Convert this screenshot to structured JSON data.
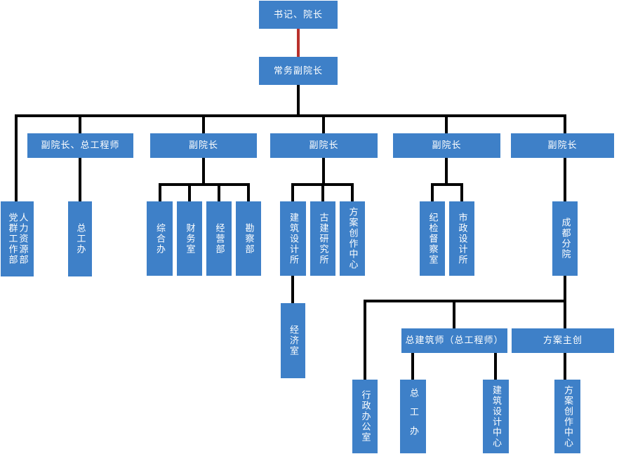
{
  "diagram": {
    "type": "org-chart",
    "nodes": {
      "secretary_president": "书记、院长",
      "executive_vp": "常务副院长",
      "vp_chief_engineer": "副院长、总工程师",
      "vp_2": "副院长",
      "vp_3": "副院长",
      "vp_4": "副院长",
      "vp_5": "副院长",
      "party_mass_work_dept": "党群工作部",
      "hr_dept": "人力资源部",
      "chief_engineer_office": "总工办",
      "general_office": "综合办",
      "finance_office": "财务室",
      "business_dept": "经营部",
      "survey_dept": "勘察部",
      "architectural_design_institute": "建筑设计所",
      "ancient_architecture_research_institute": "古建研究所",
      "scheme_creation_center": "方案创作中心",
      "economics_office": "经济室",
      "discipline_inspection_office": "纪检督察室",
      "municipal_design_institute": "市政设计所",
      "chengdu_branch": "成都分院",
      "chief_architect": "总建筑师（总工程师）",
      "scheme_lead": "方案主创",
      "admin_office": "行政办公室",
      "branch_chief_engineer_office": "总工办",
      "branch_architectural_design_center": "建筑设计中心",
      "branch_scheme_creation_center": "方案创作中心"
    },
    "edges": [
      [
        "secretary_president",
        "executive_vp"
      ],
      [
        "executive_vp",
        "party_mass_work_dept_hr_dept"
      ],
      [
        "executive_vp",
        "vp_chief_engineer"
      ],
      [
        "executive_vp",
        "vp_2"
      ],
      [
        "executive_vp",
        "vp_3"
      ],
      [
        "executive_vp",
        "vp_4"
      ],
      [
        "executive_vp",
        "vp_5"
      ],
      [
        "vp_chief_engineer",
        "chief_engineer_office"
      ],
      [
        "vp_2",
        "general_office"
      ],
      [
        "vp_2",
        "finance_office"
      ],
      [
        "vp_2",
        "business_dept"
      ],
      [
        "vp_2",
        "survey_dept"
      ],
      [
        "vp_3",
        "architectural_design_institute"
      ],
      [
        "vp_3",
        "ancient_architecture_research_institute"
      ],
      [
        "vp_3",
        "scheme_creation_center"
      ],
      [
        "architectural_design_institute",
        "economics_office"
      ],
      [
        "vp_4",
        "discipline_inspection_office"
      ],
      [
        "vp_4",
        "municipal_design_institute"
      ],
      [
        "vp_5",
        "chengdu_branch"
      ],
      [
        "chengdu_branch",
        "admin_office"
      ],
      [
        "chengdu_branch",
        "chief_architect"
      ],
      [
        "chengdu_branch",
        "scheme_lead"
      ],
      [
        "chief_architect",
        "branch_chief_engineer_office"
      ],
      [
        "chief_architect",
        "branch_architectural_design_center"
      ],
      [
        "scheme_lead",
        "branch_scheme_creation_center"
      ]
    ],
    "edge_styles": {
      "secretary_president->executive_vp": "red"
    },
    "colors": {
      "node_fill": "#3E80C8",
      "node_text": "#FFFFFF",
      "connector": "#000000",
      "root_connector": "#B9312C"
    }
  }
}
